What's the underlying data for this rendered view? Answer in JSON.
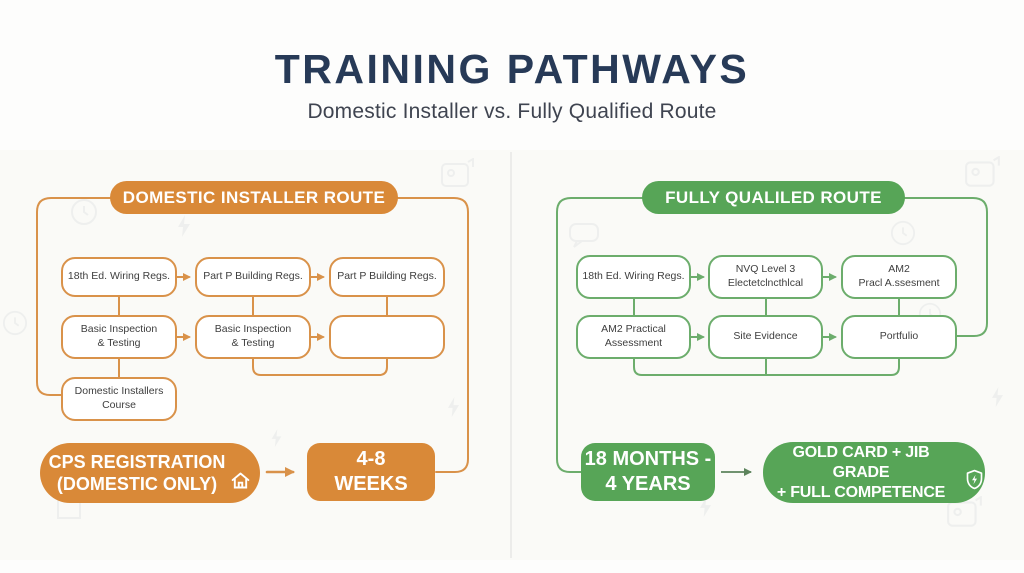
{
  "page": {
    "title": "TRAINING PATHWAYS",
    "subtitle": "Domestic Installer vs. Fully Qualified Route"
  },
  "colors": {
    "title_navy": "#273a57",
    "orange_fill": "#d98938",
    "orange_line": "#d9924a",
    "green_fill": "#57a557",
    "green_line": "#6cad6c"
  },
  "domestic_route": {
    "title": "DOMESTIC INSTALLER ROUTE",
    "row1": [
      "18th Ed. Wiring Regs.",
      "Part P Building Regs.",
      "Part P Building Regs."
    ],
    "row2": [
      "Basic Inspection\n& Testing",
      "Basic Inspection\n& Testing",
      ""
    ],
    "row3": [
      "Domestic Installers\nCourse"
    ],
    "registration": "CPS REGISTRATION\n(DOMESTIC ONLY)",
    "duration": "4-8\nWEEKS"
  },
  "qualified_route": {
    "title": "FULLY QUALILED ROUTE",
    "row1": [
      "18th Ed. Wiring Regs.",
      "NVQ Level 3\nElectetclncthlcal",
      "AM2\nPracl A.ssesment"
    ],
    "row2": [
      "AM2 Practical\nAssessment",
      "Site Evidence",
      "Portfulio"
    ],
    "duration": "18 MONTHS -\n4 YEARS",
    "outcome": "GOLD CARD + JIB GRADE\n+ FULL COMPETENCE"
  },
  "icons": {
    "house": "house-icon",
    "shield": "shield-lightning-icon",
    "decorations": [
      "photo-icon",
      "clock-icon",
      "lightning-icon",
      "speech-bubble-icon",
      "share-icon",
      "circle-icon"
    ]
  }
}
